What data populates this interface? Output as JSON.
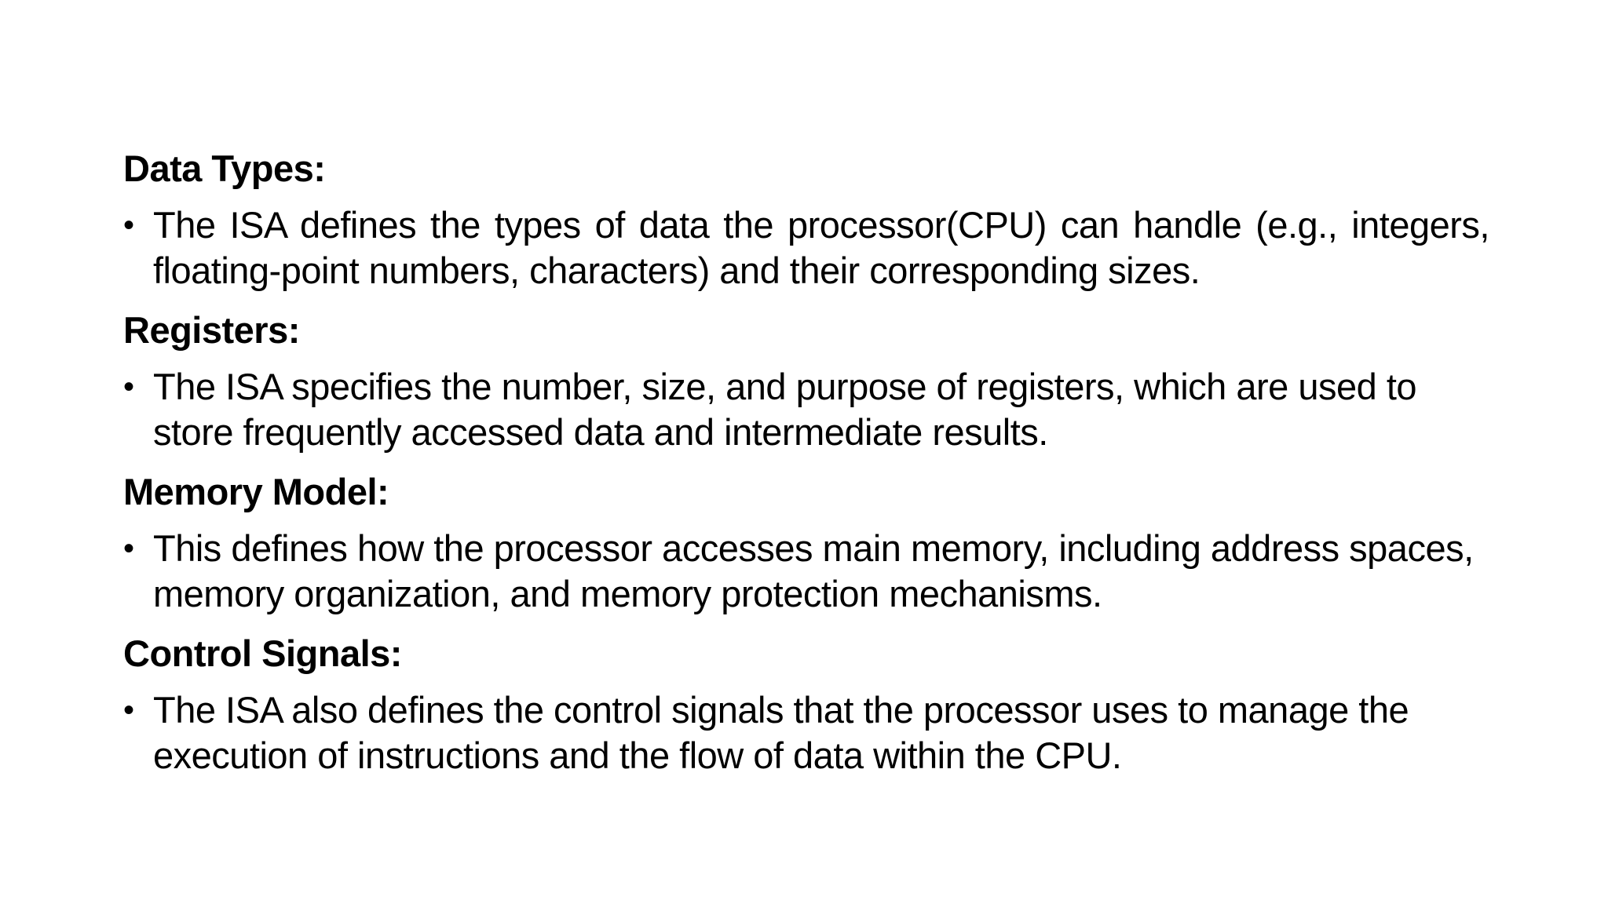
{
  "sections": [
    {
      "heading": "Data Types:",
      "bullet": "The ISA defines the types of data the processor(CPU) can handle (e.g., integers, floating-point numbers, characters) and their corresponding sizes."
    },
    {
      "heading": "Registers:",
      "bullet": "The ISA specifies the number, size, and purpose of registers, which are used to store frequently accessed data and intermediate results."
    },
    {
      "heading": "Memory Model:",
      "bullet": "This defines how the processor accesses main memory, including address spaces, memory organization, and memory protection mechanisms."
    },
    {
      "heading": "Control Signals:",
      "bullet": "The ISA also defines the control signals that the processor uses to manage the execution of instructions and the flow of data within the CPU."
    }
  ],
  "bullet_symbol": "•"
}
